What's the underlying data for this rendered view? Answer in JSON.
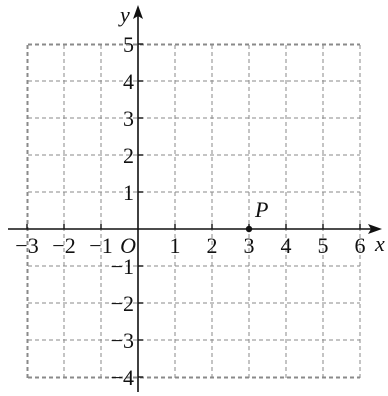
{
  "chart_data": {
    "type": "scatter",
    "xlabel": "x",
    "ylabel": "y",
    "origin_label": "O",
    "xlim": [
      -3,
      6
    ],
    "ylim": [
      -4,
      5
    ],
    "x_ticks": [
      "−3",
      "−2",
      "−1",
      "1",
      "2",
      "3",
      "4",
      "5",
      "6"
    ],
    "y_ticks": [
      "5",
      "4",
      "3",
      "2",
      "1",
      "−1",
      "−2",
      "−3",
      "−4"
    ],
    "grid": true,
    "points": [
      {
        "name": "P",
        "x": 3,
        "y": 0
      }
    ]
  }
}
